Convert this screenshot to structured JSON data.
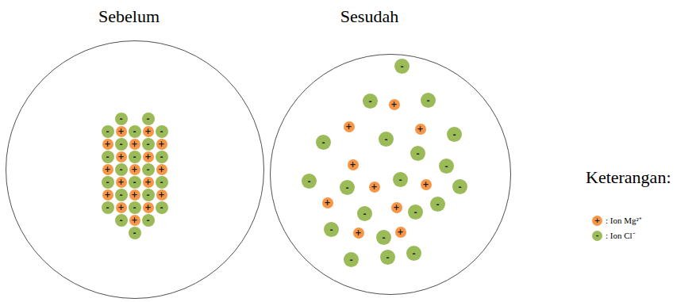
{
  "diagram": {
    "nodes": [
      {
        "text": [
          "Sebelum"
        ]
      },
      {
        "text": [
          "-"
        ],
        "in": 0
      },
      {
        "text": [
          "-"
        ],
        "in": 0
      },
      {
        "text": [
          "-"
        ],
        "in": 0
      },
      {
        "text": [
          "+"
        ],
        "in": 0
      },
      {
        "text": [
          "-"
        ],
        "in": 0
      },
      {
        "text": [
          "+"
        ],
        "in": 0
      },
      {
        "text": [
          "-"
        ],
        "in": 0
      },
      {
        "text": [
          "+"
        ],
        "in": 0
      },
      {
        "text": [
          "-"
        ],
        "in": 0
      },
      {
        "text": [
          "+"
        ],
        "in": 0
      },
      {
        "text": [
          "-"
        ],
        "in": 0
      },
      {
        "text": [
          "+"
        ],
        "in": 0
      },
      {
        "text": [
          "-"
        ],
        "in": 0
      },
      {
        "text": [
          "+"
        ],
        "in": 0
      },
      {
        "text": [
          "-"
        ],
        "in": 0
      },
      {
        "text": [
          "+"
        ],
        "in": 0
      },
      {
        "text": [
          "-"
        ],
        "in": 0
      },
      {
        "text": [
          "+"
        ],
        "in": 0
      },
      {
        "text": [
          "-"
        ],
        "in": 0
      },
      {
        "text": [
          "+"
        ],
        "in": 0
      },
      {
        "text": [
          "-"
        ],
        "in": 0
      },
      {
        "text": [
          "+"
        ],
        "in": 0
      },
      {
        "text": [
          "-"
        ],
        "in": 0
      },
      {
        "text": [
          "+"
        ],
        "in": 0
      },
      {
        "text": [
          "-"
        ],
        "in": 0
      },
      {
        "text": [
          "+"
        ],
        "in": 0
      },
      {
        "text": [
          "-"
        ],
        "in": 0
      },
      {
        "text": [
          "+"
        ],
        "in": 0
      },
      {
        "text": [
          "-"
        ],
        "in": 0
      },
      {
        "text": [
          "+"
        ],
        "in": 0
      },
      {
        "text": [
          "-"
        ],
        "in": 0
      },
      {
        "text": [
          "+"
        ],
        "in": 0
      },
      {
        "text": [
          "-"
        ],
        "in": 0
      },
      {
        "text": [
          "+"
        ],
        "in": 0
      },
      {
        "text": [
          "-"
        ],
        "in": 0
      },
      {
        "text": [
          "+"
        ],
        "in": 0
      },
      {
        "text": [
          "-"
        ],
        "in": 0
      },
      {
        "text": [
          "-"
        ],
        "in": 0
      },
      {
        "text": [
          "+"
        ],
        "in": 0
      },
      {
        "text": [
          "-"
        ],
        "in": 0
      },
      {
        "text": [
          "-"
        ],
        "in": 0
      },
      {
        "text": [
          "Sesudah"
        ]
      },
      {
        "text": [
          "-"
        ],
        "in": 42
      },
      {
        "text": [
          "-"
        ],
        "in": 42
      },
      {
        "text": [
          "+"
        ],
        "in": 42
      },
      {
        "text": [
          "-"
        ],
        "in": 42
      },
      {
        "text": [
          "+"
        ],
        "in": 42
      },
      {
        "text": [
          "+"
        ],
        "in": 42
      },
      {
        "text": [
          "-"
        ],
        "in": 42
      },
      {
        "text": [
          "-"
        ],
        "in": 42
      },
      {
        "text": [
          "-"
        ],
        "in": 42
      },
      {
        "text": [
          "-"
        ],
        "in": 42
      },
      {
        "text": [
          "+"
        ],
        "in": 42
      },
      {
        "text": [
          "-"
        ],
        "in": 42
      },
      {
        "text": [
          "-"
        ],
        "in": 42
      },
      {
        "text": [
          "-"
        ],
        "in": 42
      },
      {
        "text": [
          "+"
        ],
        "in": 42
      },
      {
        "text": [
          "-"
        ],
        "in": 42
      },
      {
        "text": [
          "+"
        ],
        "in": 42
      },
      {
        "text": [
          "-"
        ],
        "in": 42
      },
      {
        "text": [
          "+"
        ],
        "in": 42
      },
      {
        "text": [
          "-"
        ],
        "in": 42
      },
      {
        "text": [
          "+"
        ],
        "in": 42
      },
      {
        "text": [
          "-"
        ],
        "in": 42
      },
      {
        "text": [
          "-"
        ],
        "in": 42
      },
      {
        "text": [
          "-"
        ],
        "in": 42
      },
      {
        "text": [
          "+"
        ],
        "in": 42
      },
      {
        "text": [
          "-"
        ],
        "in": 42
      },
      {
        "text": [
          "+"
        ],
        "in": 42
      },
      {
        "text": [
          "-"
        ],
        "in": 42
      },
      {
        "text": [
          "-"
        ],
        "in": 42
      },
      {
        "text": [
          "-"
        ],
        "in": 42
      }
    ],
    "labels": [
      "Keterangan:",
      "+",
      "-"
    ],
    "legend": [
      {
        "text": ": Ion Mg²⁺",
        "color": "#f79646"
      },
      {
        "text": ": Ion Cl⁻",
        "color": "#9bbb59"
      }
    ]
  }
}
